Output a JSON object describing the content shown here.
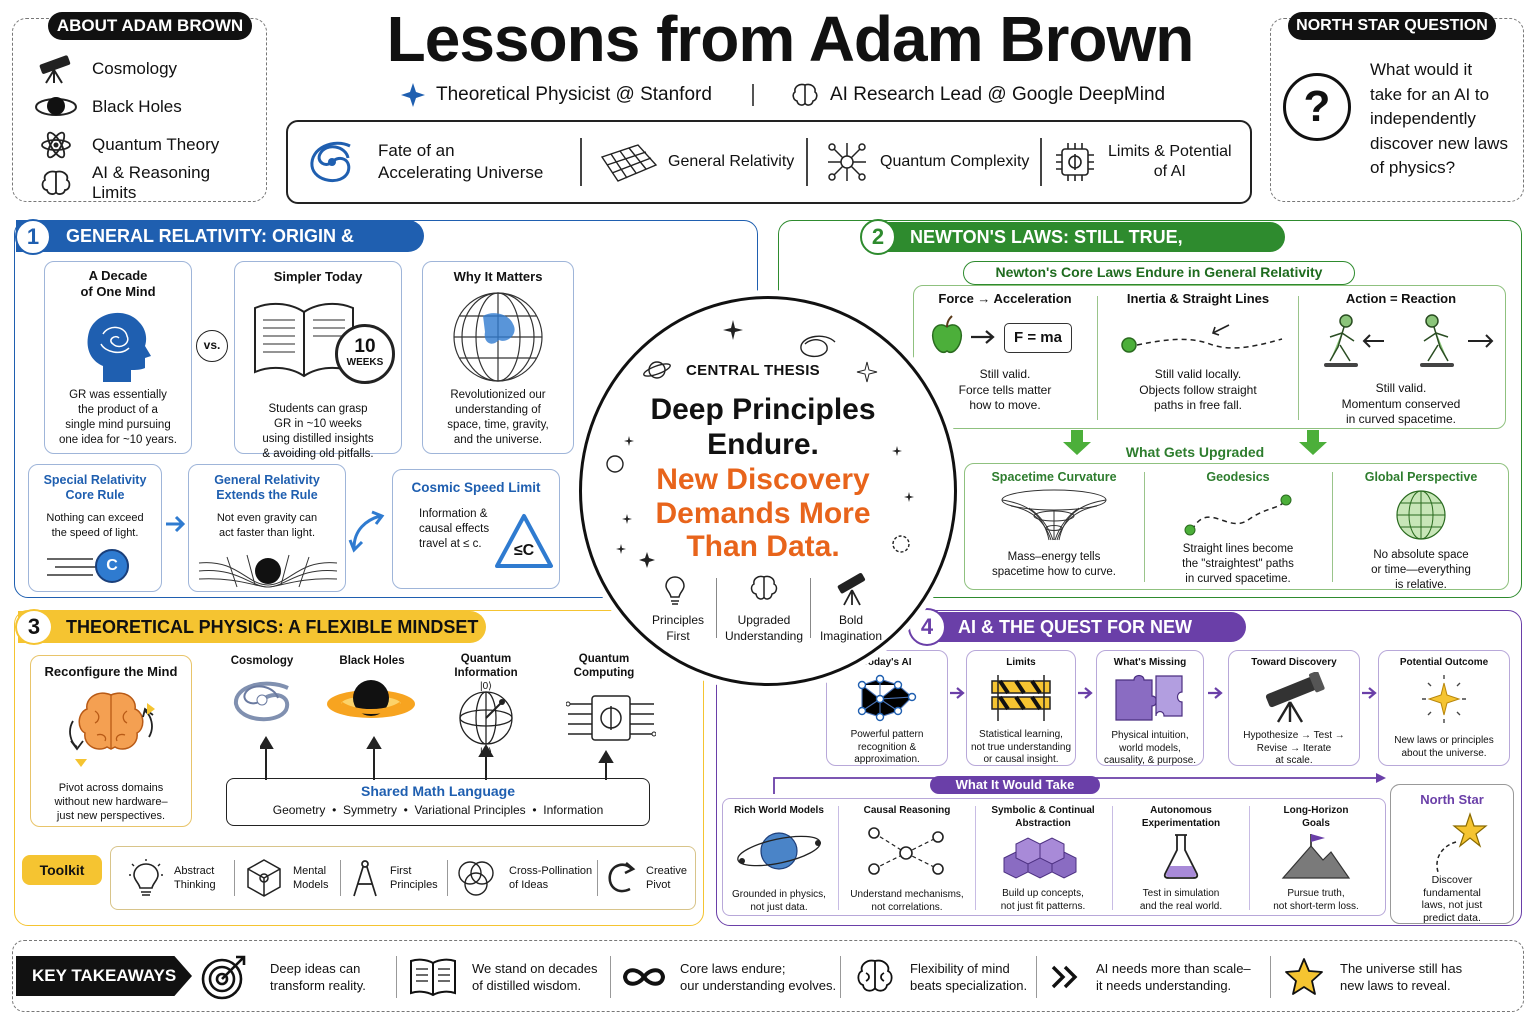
{
  "title": "Lessons from Adam Brown",
  "roles": [
    "Theoretical Physicist @ Stanford",
    "AI Research Lead @ Google DeepMind"
  ],
  "about": {
    "label": "ABOUT ADAM BROWN",
    "items": [
      "Cosmology",
      "Black Holes",
      "Quantum Theory",
      "AI & Reasoning Limits"
    ]
  },
  "topics": [
    {
      "line1": "Fate of an",
      "line2": "Accelerating Universe"
    },
    {
      "line1": "General Relativity",
      "line2": ""
    },
    {
      "line1": "Quantum Complexity",
      "line2": ""
    },
    {
      "line1": "Limits & Potential",
      "line2": "of AI"
    }
  ],
  "north_star": {
    "label": "NORTH STAR QUESTION",
    "q": "?",
    "lines": [
      "What would it",
      "take for an AI to",
      "independently",
      "discover new laws",
      "of physics?"
    ]
  },
  "s1": {
    "num": "1",
    "title": "GENERAL RELATIVITY: ORIGIN & LEGACY",
    "c1": {
      "t1": "A Decade",
      "t2": "of One Mind",
      "body": [
        "GR was essentially",
        "the product of a",
        "single mind pursuing",
        "one idea for ~10 years."
      ]
    },
    "vs": "vs.",
    "c2": {
      "t": "Simpler Today",
      "num": "10",
      "unit": "WEEKS",
      "body": [
        "Students can grasp",
        "GR in ~10 weeks",
        "using distilled insights",
        "& avoiding old pitfalls."
      ]
    },
    "c3": {
      "t": "Why It Matters",
      "body": [
        "Revolutionized our",
        "understanding of",
        "space, time, gravity,",
        "and the universe."
      ]
    },
    "c4": {
      "t1": "Special Relativity",
      "t2": "Core Rule",
      "body": [
        "Nothing can exceed",
        "the speed of light."
      ],
      "glyph": "C"
    },
    "c5": {
      "t1": "General Relativity",
      "t2": "Extends the Rule",
      "body": [
        "Not even gravity can",
        "act faster than light."
      ]
    },
    "c6": {
      "t": "Cosmic Speed Limit",
      "body": [
        "Information &",
        "causal effects",
        "travel at ≤ c."
      ],
      "glyph": "≤C"
    }
  },
  "s2": {
    "num": "2",
    "title": "NEWTON'S LAWS: STILL TRUE, UPGRADED",
    "sub": "Newton's Core Laws Endure in General Relativity",
    "laws": [
      {
        "t": "Force → Acceleration",
        "eq": "F = ma",
        "body": [
          "Still valid.",
          "Force tells matter",
          "how to move."
        ]
      },
      {
        "t": "Inertia & Straight Lines",
        "body": [
          "Still valid locally.",
          "Objects follow straight",
          "paths in free fall."
        ]
      },
      {
        "t": "Action = Reaction",
        "body": [
          "Still valid.",
          "Momentum conserved",
          "in curved spacetime."
        ]
      }
    ],
    "up": "What Gets Upgraded",
    "ups": [
      {
        "t": "Spacetime Curvature",
        "body": [
          "Mass–energy tells",
          "spacetime how to curve."
        ]
      },
      {
        "t": "Geodesics",
        "body": [
          "Straight lines become",
          "the \"straightest\" paths",
          "in curved spacetime."
        ]
      },
      {
        "t": "Global Perspective",
        "body": [
          "No absolute space",
          "or time—everything",
          "is relative."
        ]
      }
    ]
  },
  "center": {
    "label": "CENTRAL THESIS",
    "l1": "Deep Principles",
    "l2": "Endure.",
    "l3": "New Discovery",
    "l4": "Demands More",
    "l5": "Than Data.",
    "items": [
      {
        "a": "Principles",
        "b": "First"
      },
      {
        "a": "Upgraded",
        "b": "Understanding"
      },
      {
        "a": "Bold",
        "b": "Imagination"
      }
    ]
  },
  "s3": {
    "num": "3",
    "title": "THEORETICAL PHYSICS: A FLEXIBLE MINDSET",
    "rc": "Reconfigure the Mind",
    "rcbody": [
      "Pivot across domains",
      "without new hardware–",
      "just new perspectives."
    ],
    "domains": [
      {
        "a": "Cosmology",
        "b": ""
      },
      {
        "a": "Black Holes",
        "b": ""
      },
      {
        "a": "Quantum",
        "b": "Information"
      },
      {
        "a": "Quantum",
        "b": "Computing"
      }
    ],
    "ket0": "|0⟩",
    "ket1": "|1⟩",
    "phi": "ϕ",
    "shared": "Shared Math Language",
    "sharedItems": [
      "Geometry",
      "Symmetry",
      "Variational Principles",
      "Information"
    ],
    "toolkit": "Toolkit",
    "tools": [
      {
        "a": "Abstract",
        "b": "Thinking"
      },
      {
        "a": "Mental",
        "b": "Models"
      },
      {
        "a": "First",
        "b": "Principles"
      },
      {
        "a": "Cross-Pollination",
        "b": "of Ideas"
      },
      {
        "a": "Creative",
        "b": "Pivot"
      }
    ]
  },
  "s4": {
    "num": "4",
    "title": "AI & THE QUEST FOR NEW LAWS",
    "steps": [
      {
        "t": "Today's AI",
        "body": [
          "Powerful pattern",
          "recognition &",
          "approximation."
        ]
      },
      {
        "t": "Limits",
        "body": [
          "Statistical learning,",
          "not true understanding",
          "or causal insight."
        ]
      },
      {
        "t": "What's Missing",
        "body": [
          "Physical intuition,",
          "world models,",
          "causality, & purpose."
        ]
      },
      {
        "t": "Toward Discovery",
        "body": [
          "Hypothesize → Test →",
          "Revise → Iterate",
          "at scale."
        ]
      },
      {
        "t": "Potential Outcome",
        "body": [
          "New laws or principles",
          "about the universe."
        ]
      }
    ],
    "take": "What It Would Take",
    "needs": [
      {
        "t1": "Rich World Models",
        "t2": "",
        "body": [
          "Grounded in physics,",
          "not just data."
        ]
      },
      {
        "t1": "Causal Reasoning",
        "t2": "",
        "body": [
          "Understand mechanisms,",
          "not correlations."
        ]
      },
      {
        "t1": "Symbolic & Continual",
        "t2": "Abstraction",
        "body": [
          "Build up concepts,",
          "not just fit patterns."
        ]
      },
      {
        "t1": "Autonomous",
        "t2": "Experimentation",
        "body": [
          "Test in simulation",
          "and the real world."
        ]
      },
      {
        "t1": "Long-Horizon",
        "t2": "Goals",
        "body": [
          "Pursue truth,",
          "not short-term loss."
        ]
      }
    ],
    "ns": {
      "t": "North Star",
      "body": [
        "Discover",
        "fundamental",
        "laws, not just",
        "predict data."
      ]
    }
  },
  "takeaways": {
    "label": "KEY TAKEAWAYS",
    "items": [
      {
        "a": "Deep ideas can",
        "b": "transform reality."
      },
      {
        "a": "We stand on decades",
        "b": "of distilled wisdom."
      },
      {
        "a": "Core laws endure;",
        "b": "our understanding evolves."
      },
      {
        "a": "Flexibility of mind",
        "b": "beats specialization."
      },
      {
        "a": "AI needs more than scale–",
        "b": "it needs understanding."
      },
      {
        "a": "The universe still has",
        "b": "new laws to reveal."
      }
    ]
  },
  "colors": {
    "blue": "#1f5fb0",
    "green": "#2e8b2e",
    "yellow": "#f5c431",
    "purple": "#6a3fa8",
    "orange": "#e8641b"
  }
}
